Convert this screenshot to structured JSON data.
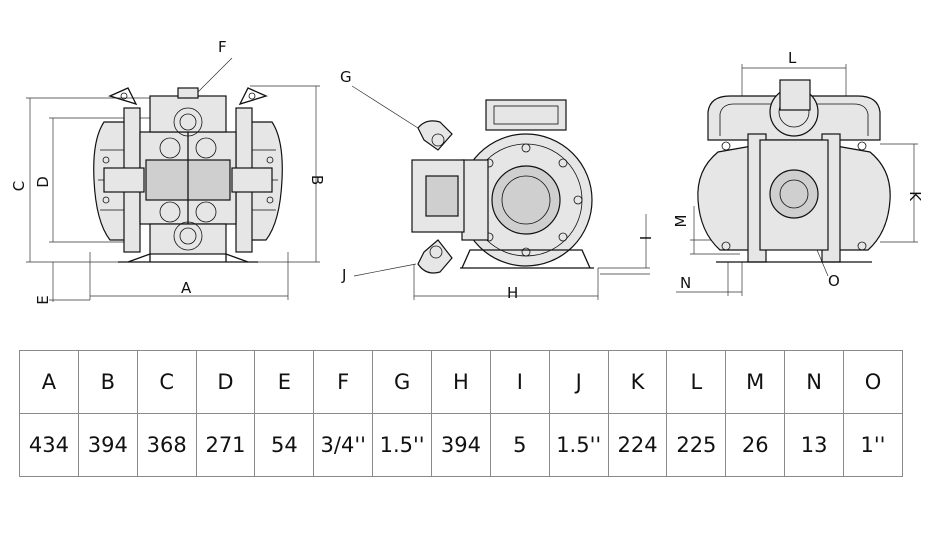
{
  "labels": {
    "A": "A",
    "B": "B",
    "C": "C",
    "D": "D",
    "E": "E",
    "F": "F",
    "G": "G",
    "H": "H",
    "I": "I",
    "J": "J",
    "K": "K",
    "L": "L",
    "M": "M",
    "N": "N",
    "O": "O"
  },
  "table": {
    "headers": [
      "A",
      "B",
      "C",
      "D",
      "E",
      "F",
      "G",
      "H",
      "I",
      "J",
      "K",
      "L",
      "M",
      "N",
      "O"
    ],
    "values": [
      "434",
      "394",
      "368",
      "271",
      "54",
      "3/4''",
      "1.5''",
      "394",
      "5",
      "1.5''",
      "224",
      "225",
      "26",
      "13",
      "1''"
    ]
  }
}
